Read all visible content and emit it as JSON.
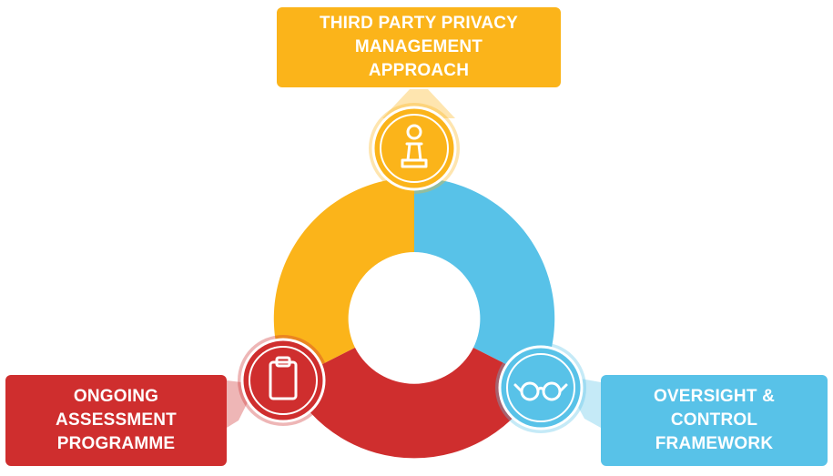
{
  "colors": {
    "yellow": "#FBB41A",
    "blue": "#58C2E8",
    "red": "#CF2E2E"
  },
  "nodes": {
    "top": {
      "lines": [
        "THIRD PARTY PRIVACY",
        "MANAGEMENT",
        "APPROACH"
      ],
      "icon": "chess-pawn-icon"
    },
    "left": {
      "lines": [
        "ONGOING",
        "ASSESSMENT",
        "PROGRAMME"
      ],
      "icon": "clipboard-icon"
    },
    "right": {
      "lines": [
        "OVERSIGHT &",
        "CONTROL",
        "FRAMEWORK"
      ],
      "icon": "glasses-icon"
    }
  }
}
